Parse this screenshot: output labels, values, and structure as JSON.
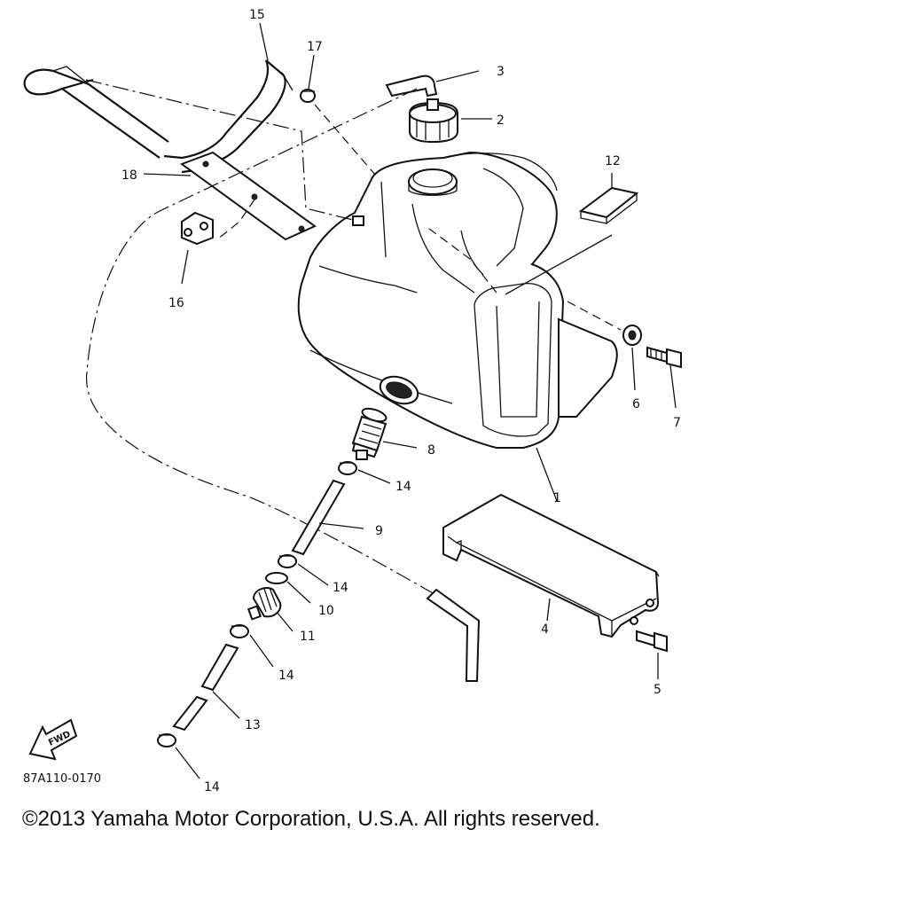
{
  "diagram": {
    "part_labels": [
      {
        "id": "p1",
        "text": "1"
      },
      {
        "id": "p2",
        "text": "2"
      },
      {
        "id": "p3",
        "text": "3"
      },
      {
        "id": "p4",
        "text": "4"
      },
      {
        "id": "p5",
        "text": "5"
      },
      {
        "id": "p6",
        "text": "6"
      },
      {
        "id": "p7",
        "text": "7"
      },
      {
        "id": "p8",
        "text": "8"
      },
      {
        "id": "p9",
        "text": "9"
      },
      {
        "id": "p10",
        "text": "10"
      },
      {
        "id": "p11",
        "text": "11"
      },
      {
        "id": "p12",
        "text": "12"
      },
      {
        "id": "p13",
        "text": "13"
      },
      {
        "id": "p14a",
        "text": "14"
      },
      {
        "id": "p14b",
        "text": "14"
      },
      {
        "id": "p14c",
        "text": "14"
      },
      {
        "id": "p14d",
        "text": "14"
      },
      {
        "id": "p15",
        "text": "15"
      },
      {
        "id": "p16",
        "text": "16"
      },
      {
        "id": "p17",
        "text": "17"
      },
      {
        "id": "p18",
        "text": "18"
      }
    ],
    "fwd_label": "FWD",
    "diagram_code": "87A110-0170"
  },
  "footer": {
    "copyright": "©2013 Yamaha Motor Corporation, U.S.A. All rights reserved."
  }
}
